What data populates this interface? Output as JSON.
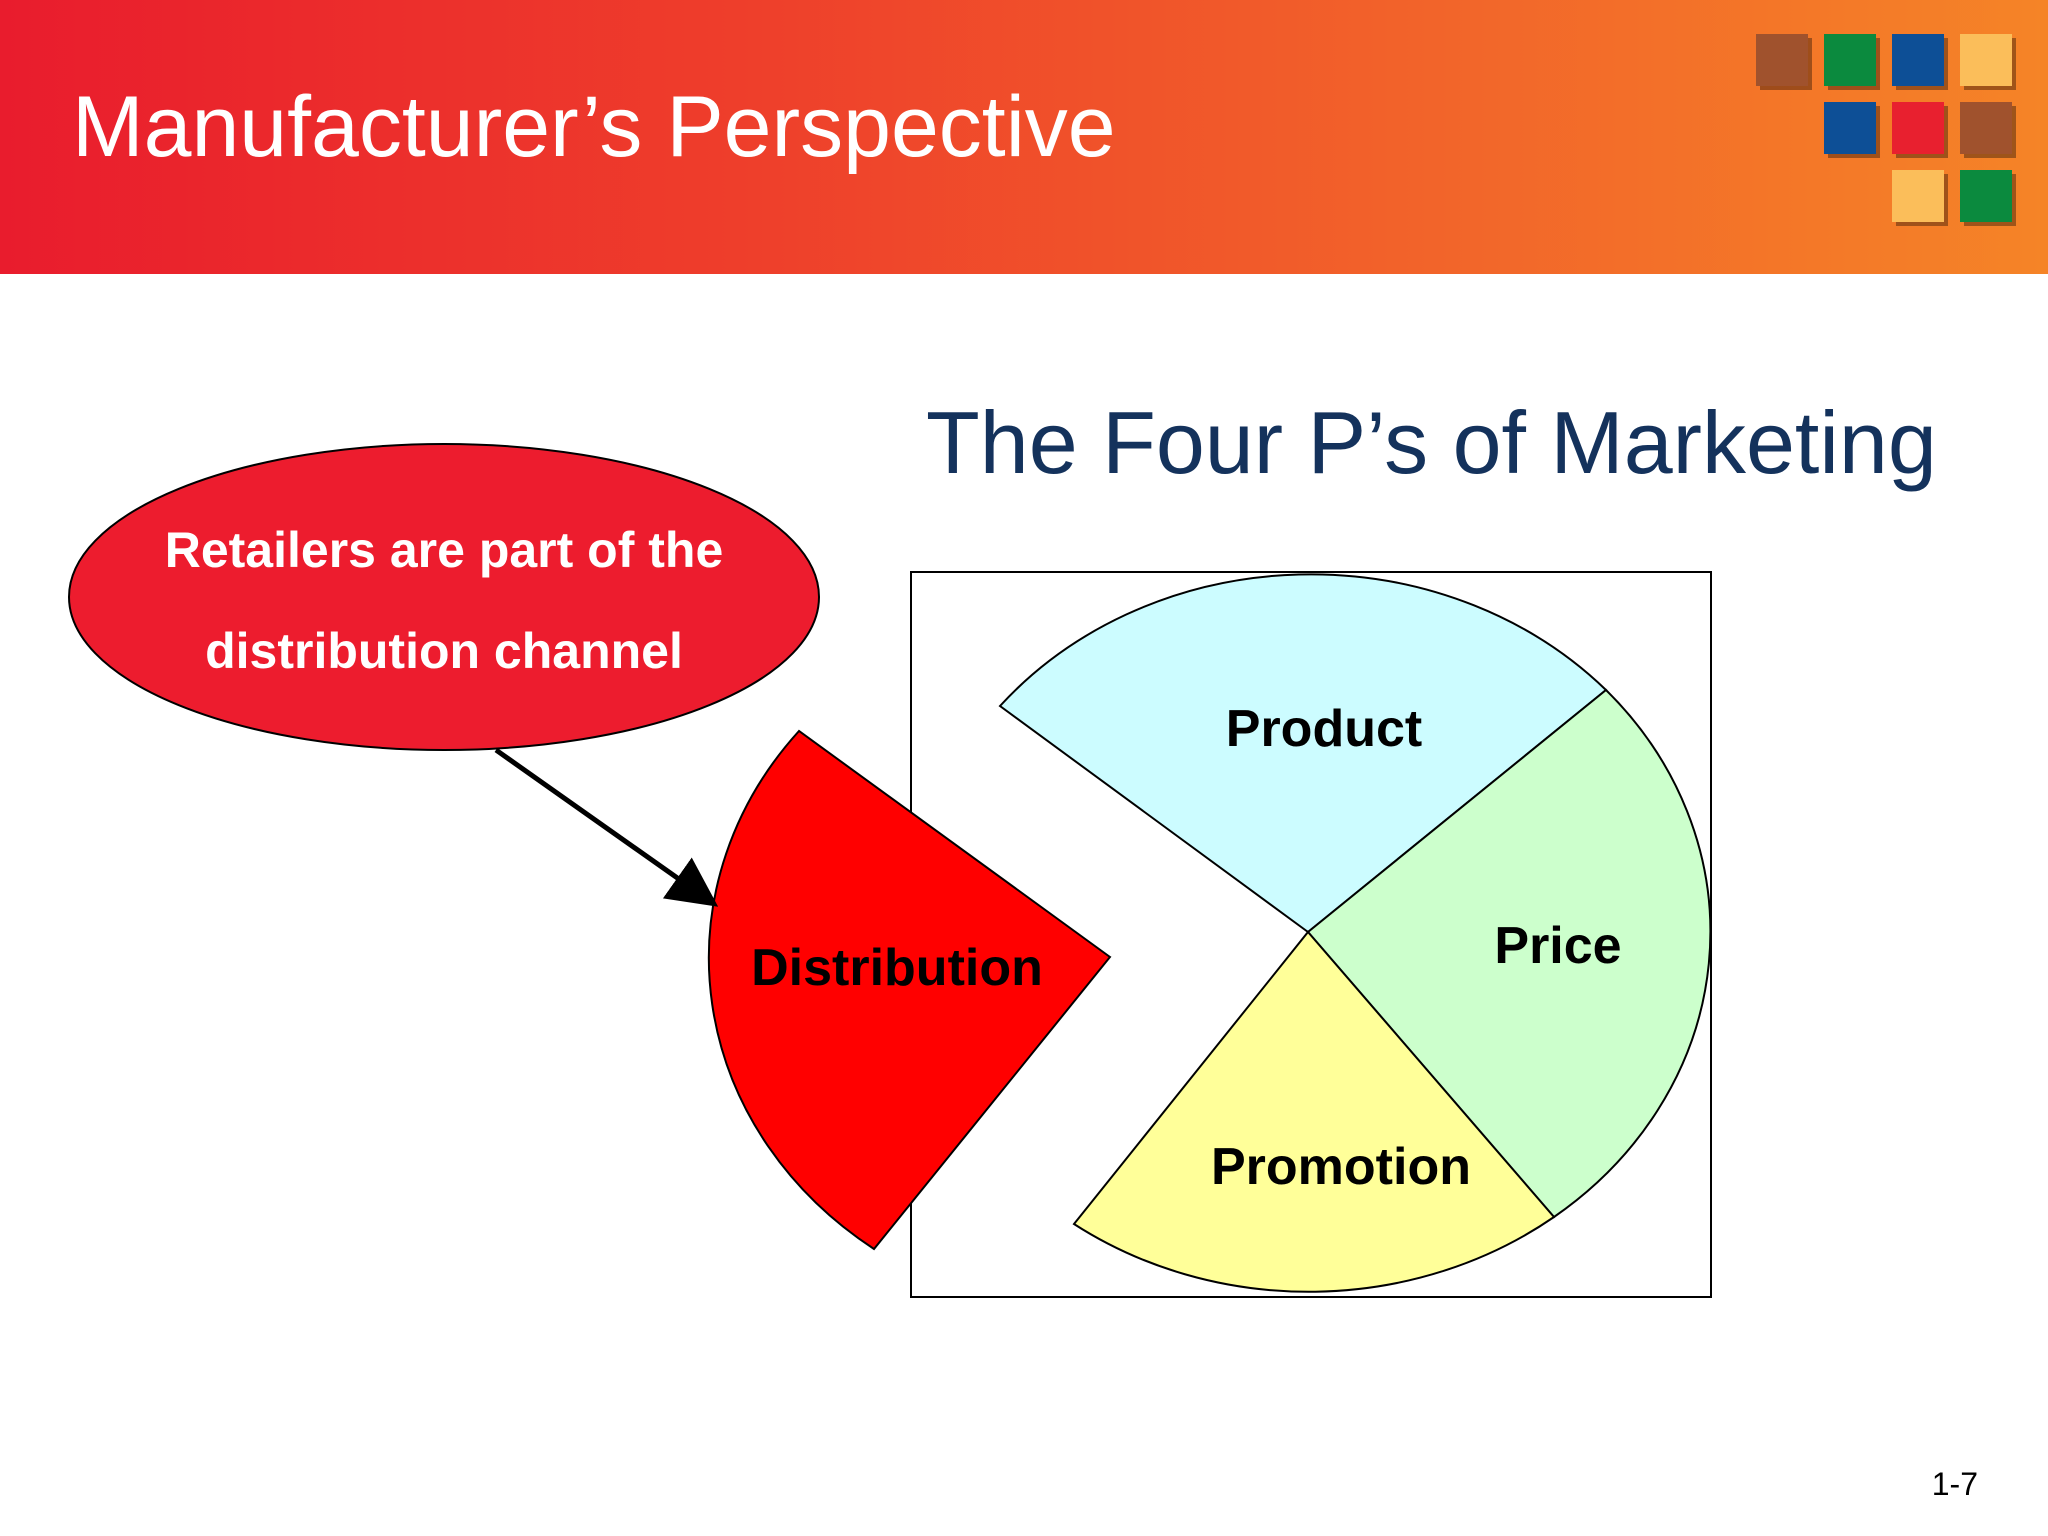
{
  "header": {
    "title": "Manufacturer’s Perspective",
    "logo_tile_colors": [
      "#a0522d",
      "#0b8a3e",
      "#0d4f96",
      "#fbbe5a",
      "#0d4f96",
      "#e8202f",
      "#a0522d",
      "#fbbe5a",
      "#0b8a3e"
    ]
  },
  "diagram": {
    "title": "The Four P’s of Marketing",
    "callout": {
      "line1": "Retailers are part of the",
      "line2": "distribution channel",
      "color": "#ed1c2e"
    },
    "segments": {
      "product": {
        "label": "Product",
        "color": "#ccfcff"
      },
      "price": {
        "label": "Price",
        "color": "#ccffcc"
      },
      "promotion": {
        "label": "Promotion",
        "color": "#ffff99"
      },
      "distribution": {
        "label": "Distribution",
        "color": "#ff0000"
      }
    }
  },
  "footer": {
    "slide_number": "1-7"
  }
}
